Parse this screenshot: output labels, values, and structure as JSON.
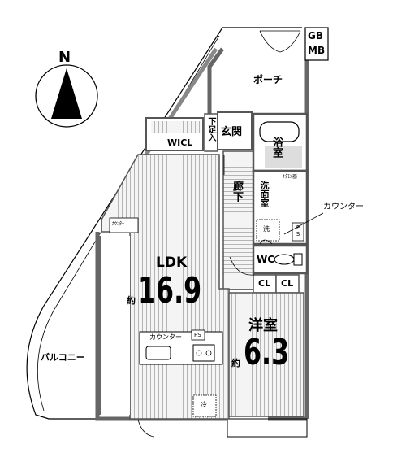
{
  "compass": {
    "north": "N"
  },
  "rooms": {
    "gb": "GB",
    "mb": "MB",
    "porch": "ポーチ",
    "shoe_storage": "下足入",
    "entrance": "玄関",
    "wicl": "WICL",
    "bath": "浴室",
    "water_heater": "ｷﾀﾓﾝ器",
    "washroom": "洗面室",
    "hallway": "廊下",
    "washer": "洗",
    "ps_right": "PS",
    "counter_callout": "カウンター",
    "wc": "WC",
    "cl1": "CL",
    "cl2": "CL",
    "counter_small": "ｶｳﾝﾀｰ",
    "ldk_name": "LDK",
    "ldk_prefix": "約",
    "ldk_size": "16.9",
    "kitchen_counter": "カウンター",
    "ps_kitchen": "PS",
    "fridge": "冷",
    "western_name": "洋室",
    "western_prefix": "約",
    "western_size": "6.3",
    "balcony": "バルコニー"
  }
}
